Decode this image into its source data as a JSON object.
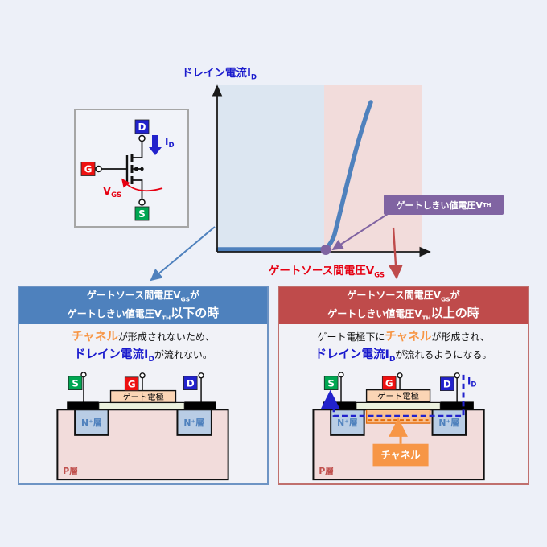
{
  "colors": {
    "background": "#EDF0F8",
    "accent_blue": "#4F81BD",
    "accent_red": "#BF4B4B",
    "accent_purple": "#8064A2",
    "accent_orange": "#F79646",
    "region_below_vth": "#DCE6F1",
    "region_above_vth": "#F2DCDB",
    "terminal_drain": "#2222CC",
    "terminal_gate": "#EE1111",
    "terminal_source": "#00A651",
    "text_blue": "#1A1ACD",
    "text_red": "#E60012",
    "n_plus_fill": "#B9CDE5",
    "p_substrate_fill": "#F2DCDB",
    "oxide_fill": "#EBF1DE",
    "gate_electrode_fill": "#FBD5B5"
  },
  "symbol": {
    "drain": "D",
    "gate": "G",
    "source": "S",
    "current": {
      "base": "I",
      "sub": "D"
    },
    "vgs": {
      "base": "V",
      "sub": "GS"
    }
  },
  "graph": {
    "y_label": {
      "base": "ドレイン電流I",
      "sub": "D"
    },
    "x_label": {
      "base": "ゲートソース間電圧V",
      "sub": "GS"
    },
    "callout": {
      "base": "ゲートしきい値電圧V",
      "sub": "TH"
    }
  },
  "chart_data": {
    "type": "line",
    "title": "",
    "xlabel": "ゲートソース間電圧VGS",
    "ylabel": "ドレイン電流ID",
    "x_numeric_ticks": [],
    "y_numeric_ticks": [],
    "annotations": [
      "ゲートしきい値電圧VTH"
    ],
    "regions": [
      {
        "name": "VGS below VTH",
        "fill": "#DCE6F1",
        "x_norm": [
          0,
          0.5
        ]
      },
      {
        "name": "VGS above VTH",
        "fill": "#F2DCDB",
        "x_norm": [
          0.5,
          0.95
        ]
      }
    ],
    "series": [
      {
        "name": "ID-VGS curve",
        "color": "#4F81BD",
        "points_norm": [
          [
            0.0,
            0.0
          ],
          [
            0.49,
            0.0
          ],
          [
            0.55,
            0.08
          ],
          [
            0.6,
            0.26
          ],
          [
            0.65,
            0.5
          ],
          [
            0.71,
            0.9
          ]
        ]
      }
    ],
    "threshold_point_norm": [
      0.49,
      0.0
    ],
    "legend": "none",
    "grid": false
  },
  "left_panel": {
    "header": {
      "line1_base": "ゲートソース間電圧V",
      "line1_sub": "GS",
      "line1_post": "が",
      "line2_base": "ゲートしきい値電圧V",
      "line2_sub": "TH",
      "line2_post": "以下の時"
    },
    "note": {
      "line1_channel": "チャネル",
      "line1_rest": "が形成されないため、",
      "line2_base": "ドレイン電流I",
      "line2_sub": "D",
      "line2_rest": "が流れない。"
    },
    "diagram": {
      "source": "S",
      "gate": "G",
      "drain": "D",
      "gate_electrode": "ゲート電極",
      "n_left": "N⁺層",
      "n_right": "N⁺層",
      "p_layer": "P層"
    }
  },
  "right_panel": {
    "header": {
      "line1_base": "ゲートソース間電圧V",
      "line1_sub": "GS",
      "line1_post": "が",
      "line2_base": "ゲートしきい値電圧V",
      "line2_sub": "TH",
      "line2_post": "以上の時"
    },
    "note": {
      "line1_pre": "ゲート電極下に",
      "line1_channel": "チャネル",
      "line1_rest": "が形成され、",
      "line2_base": "ドレイン電流I",
      "line2_sub": "D",
      "line2_rest": "が流れるようになる。"
    },
    "diagram": {
      "source": "S",
      "gate": "G",
      "drain": "D",
      "gate_electrode": "ゲート電極",
      "n_left": "N⁺層",
      "n_right": "N⁺層",
      "p_layer": "P層",
      "channel_label": "チャネル",
      "current_base": "I",
      "current_sub": "D"
    }
  }
}
